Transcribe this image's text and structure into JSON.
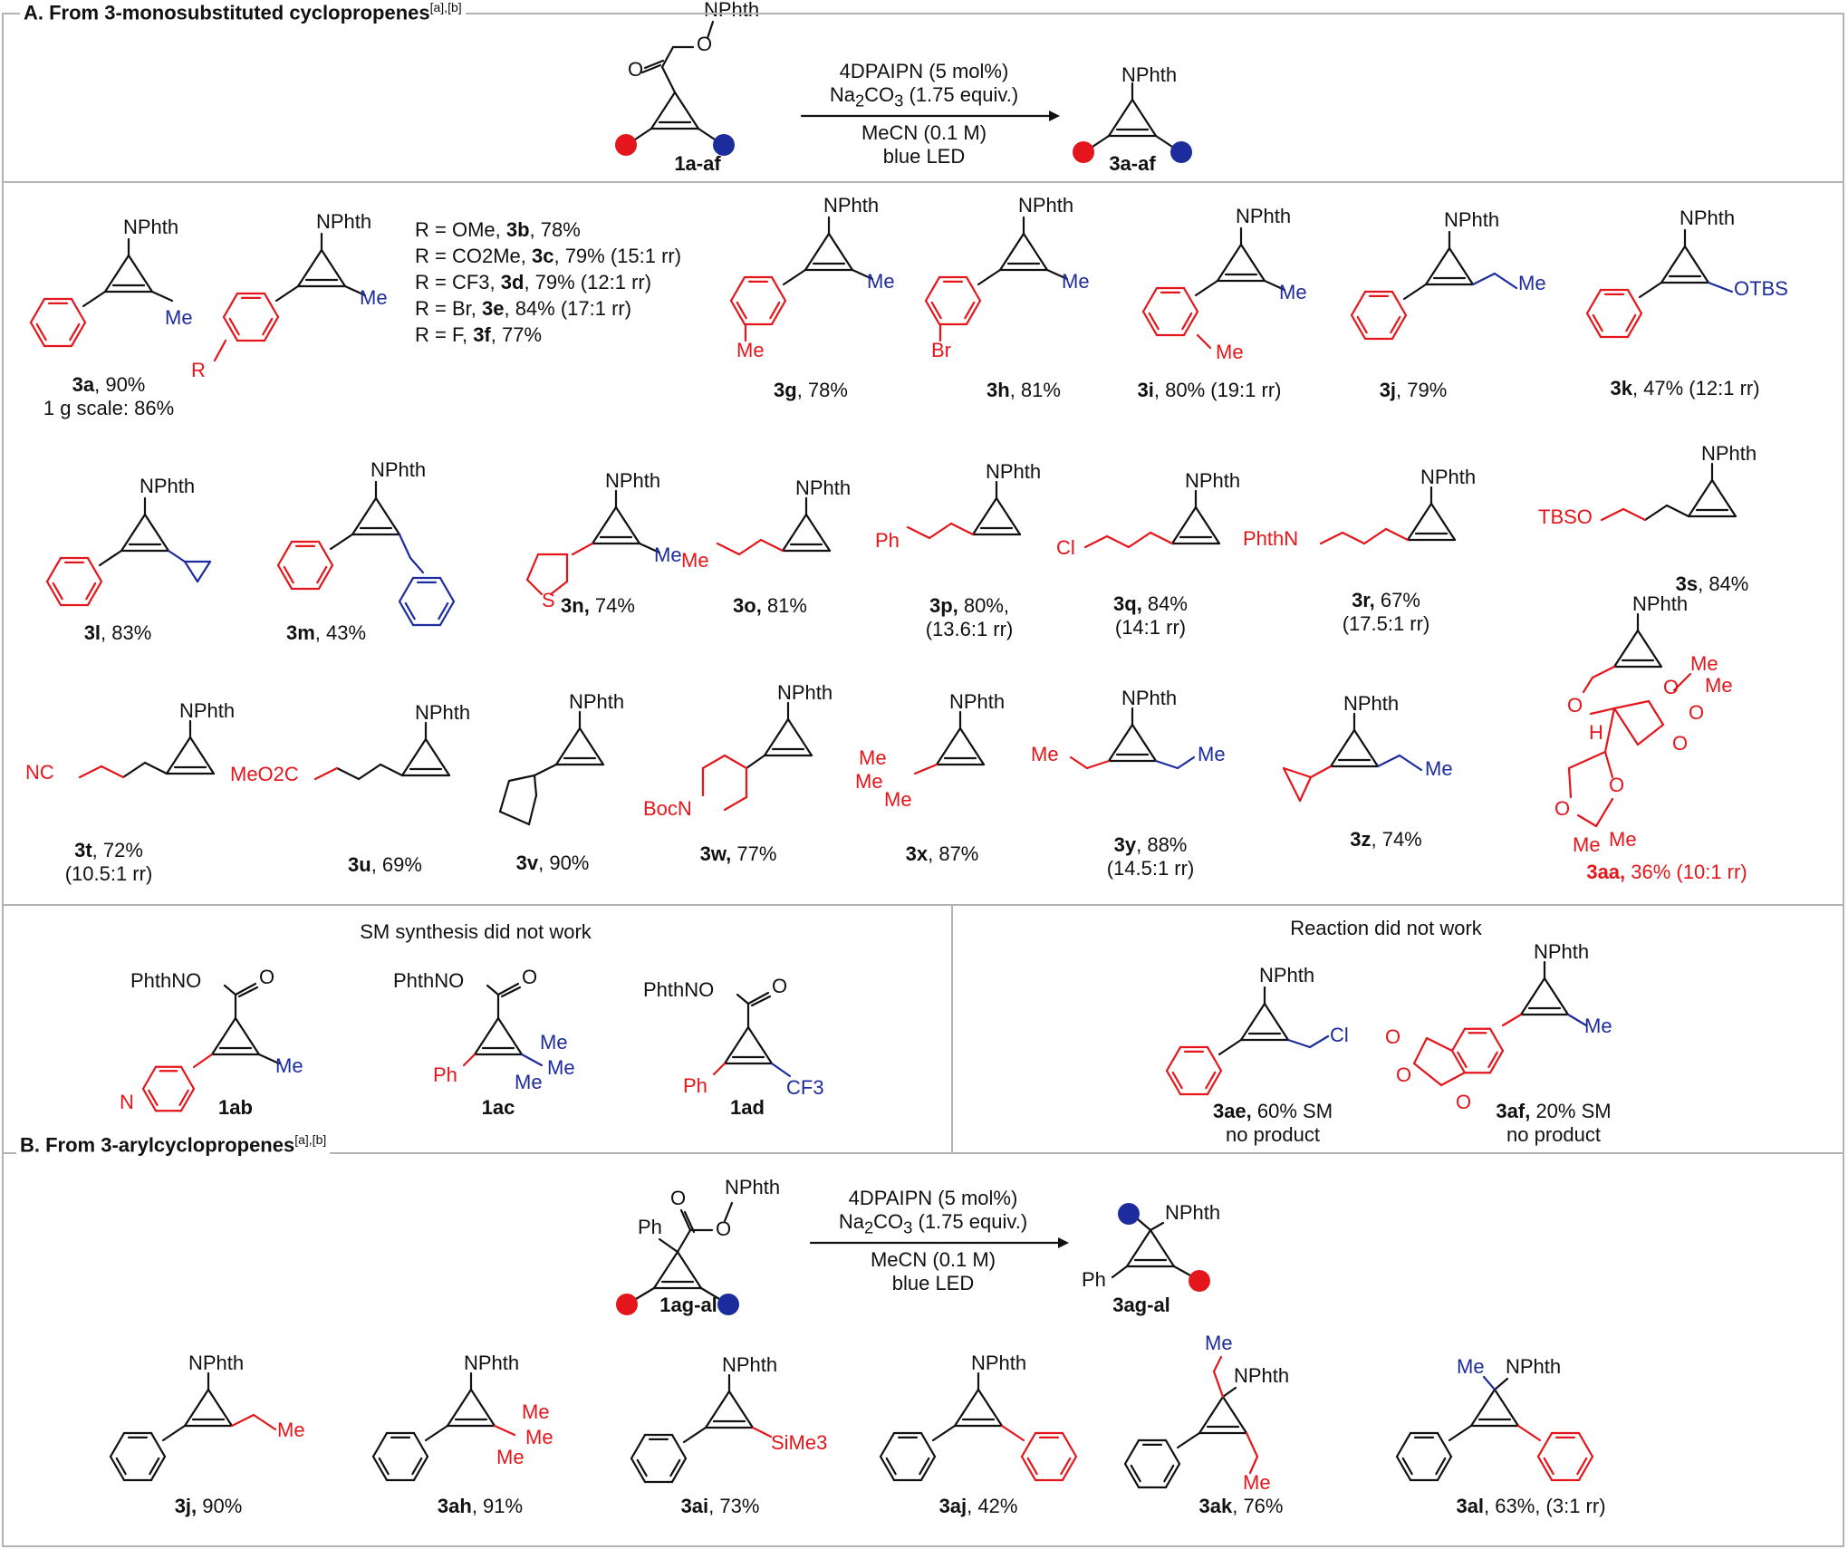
{
  "sectionA": {
    "title": "A. From  3-monosubstituted cyclopropenes",
    "title_sup": "[a],[b]",
    "substrate_label": "1a-af",
    "product_label": "3a-af",
    "cond_line1": "4DPAIPN (5 mol%)",
    "cond_line2_pre": "Na",
    "cond_line2_sub1": "2",
    "cond_line2_mid": "CO",
    "cond_line2_sub2": "3",
    "cond_line2_post": " (1.75 equiv.)",
    "cond_line3": "MeCN (0.1 M)",
    "cond_line4": "blue LED"
  },
  "sectionB": {
    "title": "B. From 3-arylcyclopropenes",
    "title_sup": "[a],[b]",
    "substrate_label": "1ag-al",
    "product_label": "3ag-al",
    "cond_line1": "4DPAIPN (5 mol%)",
    "cond_line2_pre": "Na",
    "cond_line2_sub1": "2",
    "cond_line2_mid": "CO",
    "cond_line2_sub2": "3",
    "cond_line2_post": " (1.75 equiv.)",
    "cond_line3": "MeCN (0.1 M)",
    "cond_line4": "blue LED"
  },
  "r_list": [
    {
      "r": "R = OMe, ",
      "id": "3b",
      "rest": ", 78%"
    },
    {
      "r": "R = CO2Me, ",
      "id": "3c",
      "rest": ", 79% (15:1 rr)"
    },
    {
      "r": "R = CF3, ",
      "id": "3d",
      "rest": ", 79% (12:1 rr)"
    },
    {
      "r": "R = Br, ",
      "id": "3e",
      "rest": ", 84% (17:1 rr)"
    },
    {
      "r": "R = F,  ",
      "id": "3f",
      "rest": ", 77%"
    }
  ],
  "compounds": [
    {
      "id": "3a",
      "text": ", 90%",
      "line2": "1 g scale: 86%"
    },
    {
      "id": "3g",
      "text": ", 78%"
    },
    {
      "id": "3h",
      "text": ", 81%"
    },
    {
      "id": "3i",
      "text": ", 80% (19:1 rr)"
    },
    {
      "id": "3j",
      "text": ", 79%"
    },
    {
      "id": "3k",
      "text": ", 47% (12:1 rr)"
    },
    {
      "id": "3l",
      "text": ", 83%"
    },
    {
      "id": "3m",
      "text": ", 43%"
    },
    {
      "id": "3n,",
      "text": " 74%"
    },
    {
      "id": "3o,",
      "text": " 81%"
    },
    {
      "id": "3p,",
      "text": " 80%,",
      "line2": "(13.6:1 rr)"
    },
    {
      "id": "3q,",
      "text": " 84%",
      "line2": "(14:1 rr)"
    },
    {
      "id": "3r,",
      "text": " 67%",
      "line2": "(17.5:1 rr)"
    },
    {
      "id": "3s",
      "text": ", 84%"
    },
    {
      "id": "3t",
      "text": ", 72%",
      "line2": "(10.5:1 rr)"
    },
    {
      "id": "3u",
      "text": ", 69%"
    },
    {
      "id": "3v",
      "text": ", 90%"
    },
    {
      "id": "3w,",
      "text": " 77%"
    },
    {
      "id": "3x",
      "text": ", 87%"
    },
    {
      "id": "3y",
      "text": ", 88%",
      "line2": "(14.5:1 rr)"
    },
    {
      "id": "3z",
      "text": ", 74%"
    },
    {
      "id": "3aa,",
      "text": " 36% (10:1 rr)"
    }
  ],
  "failed_sm": {
    "header": "SM synthesis did not work",
    "items": [
      {
        "id": "1ab"
      },
      {
        "id": "1ac"
      },
      {
        "id": "1ad"
      }
    ]
  },
  "failed_rxn": {
    "header": "Reaction did not work",
    "items": [
      {
        "id": "3ae,",
        "text": " 60% SM",
        "line2": "no product"
      },
      {
        "id": "3af,",
        "text": " 20% SM",
        "line2": "no product"
      }
    ]
  },
  "compoundsB": [
    {
      "id": "3j,",
      "text": " 90%"
    },
    {
      "id": "3ah",
      "text": ", 91%"
    },
    {
      "id": "3ai",
      "text": ", 73%"
    },
    {
      "id": "3aj",
      "text": ", 42%"
    },
    {
      "id": "3ak",
      "text": ", 76%"
    },
    {
      "id": "3al",
      "text": ", 63%, (3:1 rr)"
    }
  ],
  "atoms": {
    "nphth": "NPhth",
    "me": "Me",
    "otbs": "OTBS",
    "o": "O",
    "r": "R",
    "br": "Br",
    "s": "S",
    "cl": "Cl",
    "ph": "Ph",
    "n": "N",
    "nc": "NC",
    "tbso": "TBSO",
    "phthn": "PhthN",
    "meo2c": "MeO2C",
    "bocn": "BocN",
    "h": "H",
    "sime3": "SiMe3",
    "cf3": "CF3",
    "phthno": "PhthNO"
  },
  "colors": {
    "red": "#e4161b",
    "blue": "#1d2c9c",
    "black": "#111111",
    "frame": "#b3b3b3"
  }
}
